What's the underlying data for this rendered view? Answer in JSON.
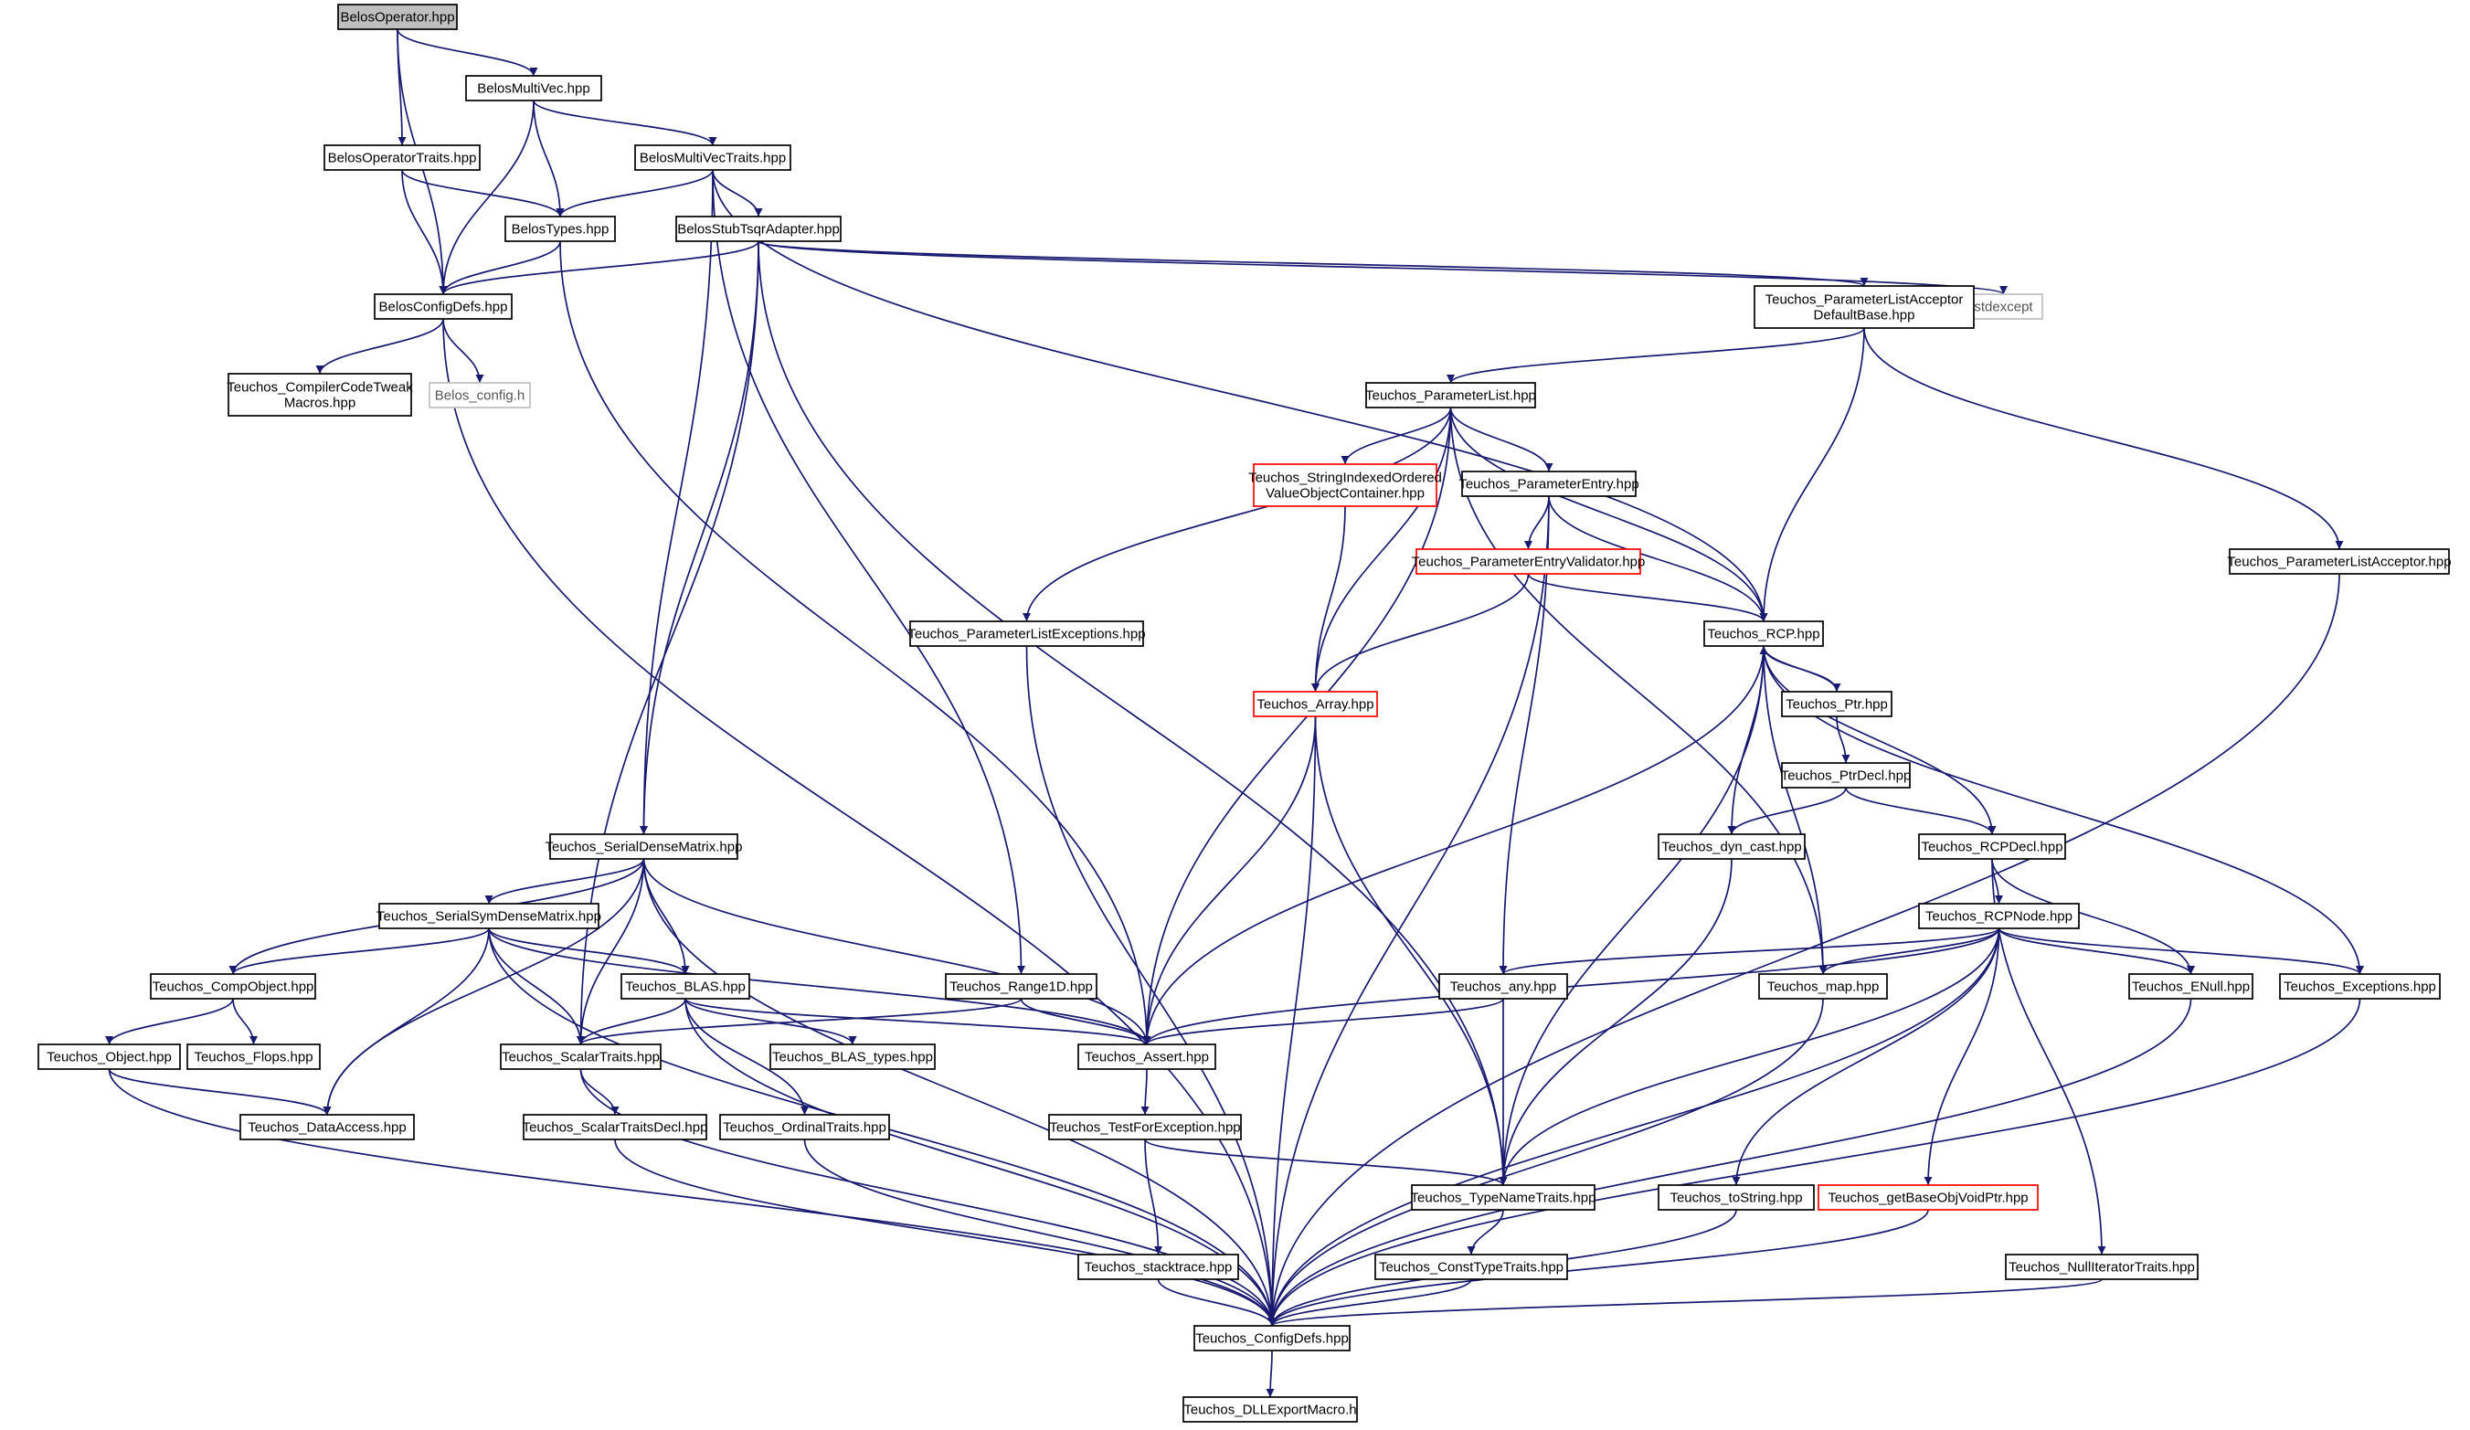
{
  "colors": {
    "edge": "#191970",
    "box_normal": "#000000",
    "box_root_fill": "#bfbfbf",
    "box_external": "#bfbfbf",
    "box_red": "#ff0000",
    "text": "#000000",
    "text_external": "#555555"
  },
  "nodes": [
    {
      "id": "BelosOperator",
      "lines": [
        "BelosOperator.hpp"
      ],
      "style": "root"
    },
    {
      "id": "BelosMultiVec",
      "lines": [
        "BelosMultiVec.hpp"
      ],
      "style": "normal"
    },
    {
      "id": "BelosOperatorTraits",
      "lines": [
        "BelosOperatorTraits.hpp"
      ],
      "style": "normal"
    },
    {
      "id": "BelosMultiVecTraits",
      "lines": [
        "BelosMultiVecTraits.hpp"
      ],
      "style": "normal"
    },
    {
      "id": "BelosTypes",
      "lines": [
        "BelosTypes.hpp"
      ],
      "style": "normal"
    },
    {
      "id": "BelosStubTsqrAdapter",
      "lines": [
        "BelosStubTsqrAdapter.hpp"
      ],
      "style": "normal"
    },
    {
      "id": "BelosConfigDefs",
      "lines": [
        "BelosConfigDefs.hpp"
      ],
      "style": "normal"
    },
    {
      "id": "CompilerCodeTweak",
      "lines": [
        "Teuchos_CompilerCodeTweak",
        "Macros.hpp"
      ],
      "style": "normal"
    },
    {
      "id": "BelosConfigH",
      "lines": [
        "Belos_config.h"
      ],
      "style": "external"
    },
    {
      "id": "stdexcept",
      "lines": [
        "stdexcept"
      ],
      "style": "external"
    },
    {
      "id": "PLADefaultBase",
      "lines": [
        "Teuchos_ParameterListAcceptor",
        "DefaultBase.hpp"
      ],
      "style": "normal"
    },
    {
      "id": "ParameterList",
      "lines": [
        "Teuchos_ParameterList.hpp"
      ],
      "style": "normal"
    },
    {
      "id": "StringIndexed",
      "lines": [
        "Teuchos_StringIndexedOrdered",
        "ValueObjectContainer.hpp"
      ],
      "style": "red"
    },
    {
      "id": "ParameterEntry",
      "lines": [
        "Teuchos_ParameterEntry.hpp"
      ],
      "style": "normal"
    },
    {
      "id": "PEValidator",
      "lines": [
        "Teuchos_ParameterEntryValidator.hpp"
      ],
      "style": "red"
    },
    {
      "id": "PLAcceptor",
      "lines": [
        "Teuchos_ParameterListAcceptor.hpp"
      ],
      "style": "normal"
    },
    {
      "id": "PLExceptions",
      "lines": [
        "Teuchos_ParameterListExceptions.hpp"
      ],
      "style": "normal"
    },
    {
      "id": "RCP",
      "lines": [
        "Teuchos_RCP.hpp"
      ],
      "style": "normal"
    },
    {
      "id": "Array",
      "lines": [
        "Teuchos_Array.hpp"
      ],
      "style": "red"
    },
    {
      "id": "Ptr",
      "lines": [
        "Teuchos_Ptr.hpp"
      ],
      "style": "normal"
    },
    {
      "id": "PtrDecl",
      "lines": [
        "Teuchos_PtrDecl.hpp"
      ],
      "style": "normal"
    },
    {
      "id": "DynCast",
      "lines": [
        "Teuchos_dyn_cast.hpp"
      ],
      "style": "normal"
    },
    {
      "id": "RCPDecl",
      "lines": [
        "Teuchos_RCPDecl.hpp"
      ],
      "style": "normal"
    },
    {
      "id": "SerialDenseMatrix",
      "lines": [
        "Teuchos_SerialDenseMatrix.hpp"
      ],
      "style": "normal"
    },
    {
      "id": "SerialSymDenseMatrix",
      "lines": [
        "Teuchos_SerialSymDenseMatrix.hpp"
      ],
      "style": "normal"
    },
    {
      "id": "RCPNode",
      "lines": [
        "Teuchos_RCPNode.hpp"
      ],
      "style": "normal"
    },
    {
      "id": "CompObject",
      "lines": [
        "Teuchos_CompObject.hpp"
      ],
      "style": "normal"
    },
    {
      "id": "BLAS",
      "lines": [
        "Teuchos_BLAS.hpp"
      ],
      "style": "normal"
    },
    {
      "id": "Range1D",
      "lines": [
        "Teuchos_Range1D.hpp"
      ],
      "style": "normal"
    },
    {
      "id": "Any",
      "lines": [
        "Teuchos_any.hpp"
      ],
      "style": "normal"
    },
    {
      "id": "Map",
      "lines": [
        "Teuchos_map.hpp"
      ],
      "style": "normal"
    },
    {
      "id": "ENull",
      "lines": [
        "Teuchos_ENull.hpp"
      ],
      "style": "normal"
    },
    {
      "id": "Exceptions",
      "lines": [
        "Teuchos_Exceptions.hpp"
      ],
      "style": "normal"
    },
    {
      "id": "Object",
      "lines": [
        "Teuchos_Object.hpp"
      ],
      "style": "normal"
    },
    {
      "id": "Flops",
      "lines": [
        "Teuchos_Flops.hpp"
      ],
      "style": "normal"
    },
    {
      "id": "ScalarTraits",
      "lines": [
        "Teuchos_ScalarTraits.hpp"
      ],
      "style": "normal"
    },
    {
      "id": "BLASTypes",
      "lines": [
        "Teuchos_BLAS_types.hpp"
      ],
      "style": "normal"
    },
    {
      "id": "Assert",
      "lines": [
        "Teuchos_Assert.hpp"
      ],
      "style": "normal"
    },
    {
      "id": "DataAccess",
      "lines": [
        "Teuchos_DataAccess.hpp"
      ],
      "style": "normal"
    },
    {
      "id": "ScalarTraitsDecl",
      "lines": [
        "Teuchos_ScalarTraitsDecl.hpp"
      ],
      "style": "normal"
    },
    {
      "id": "OrdinalTraits",
      "lines": [
        "Teuchos_OrdinalTraits.hpp"
      ],
      "style": "normal"
    },
    {
      "id": "TestForException",
      "lines": [
        "Teuchos_TestForException.hpp"
      ],
      "style": "normal"
    },
    {
      "id": "TypeNameTraits",
      "lines": [
        "Teuchos_TypeNameTraits.hpp"
      ],
      "style": "normal"
    },
    {
      "id": "ToString",
      "lines": [
        "Teuchos_toString.hpp"
      ],
      "style": "normal"
    },
    {
      "id": "GetBaseObj",
      "lines": [
        "Teuchos_getBaseObjVoidPtr.hpp"
      ],
      "style": "red"
    },
    {
      "id": "Stacktrace",
      "lines": [
        "Teuchos_stacktrace.hpp"
      ],
      "style": "normal"
    },
    {
      "id": "ConstTypeTraits",
      "lines": [
        "Teuchos_ConstTypeTraits.hpp"
      ],
      "style": "normal"
    },
    {
      "id": "NullIterator",
      "lines": [
        "Teuchos_NullIteratorTraits.hpp"
      ],
      "style": "normal"
    },
    {
      "id": "ConfigDefs",
      "lines": [
        "Teuchos_ConfigDefs.hpp"
      ],
      "style": "normal"
    },
    {
      "id": "DLLExport",
      "lines": [
        "Teuchos_DLLExportMacro.h"
      ],
      "style": "normal"
    }
  ],
  "edges": [
    [
      "BelosOperator",
      "BelosMultiVec"
    ],
    [
      "BelosOperator",
      "BelosOperatorTraits"
    ],
    [
      "BelosOperator",
      "BelosConfigDefs"
    ],
    [
      "BelosMultiVec",
      "BelosMultiVecTraits"
    ],
    [
      "BelosMultiVec",
      "BelosTypes"
    ],
    [
      "BelosMultiVec",
      "BelosConfigDefs"
    ],
    [
      "BelosOperatorTraits",
      "BelosTypes"
    ],
    [
      "BelosOperatorTraits",
      "BelosConfigDefs"
    ],
    [
      "BelosMultiVecTraits",
      "BelosTypes"
    ],
    [
      "BelosMultiVecTraits",
      "BelosStubTsqrAdapter"
    ],
    [
      "BelosMultiVecTraits",
      "SerialDenseMatrix"
    ],
    [
      "BelosMultiVecTraits",
      "Range1D"
    ],
    [
      "BelosMultiVecTraits",
      "RCP"
    ],
    [
      "BelosTypes",
      "BelosConfigDefs"
    ],
    [
      "BelosTypes",
      "Assert"
    ],
    [
      "BelosStubTsqrAdapter",
      "BelosConfigDefs"
    ],
    [
      "BelosStubTsqrAdapter",
      "SerialDenseMatrix"
    ],
    [
      "BelosStubTsqrAdapter",
      "ScalarTraits"
    ],
    [
      "BelosStubTsqrAdapter",
      "PLADefaultBase"
    ],
    [
      "BelosStubTsqrAdapter",
      "stdexcept"
    ],
    [
      "BelosStubTsqrAdapter",
      "TypeNameTraits"
    ],
    [
      "BelosConfigDefs",
      "CompilerCodeTweak"
    ],
    [
      "BelosConfigDefs",
      "BelosConfigH"
    ],
    [
      "BelosConfigDefs",
      "ConfigDefs"
    ],
    [
      "PLADefaultBase",
      "ParameterList"
    ],
    [
      "PLADefaultBase",
      "RCP"
    ],
    [
      "PLADefaultBase",
      "PLAcceptor"
    ],
    [
      "ParameterList",
      "StringIndexed"
    ],
    [
      "ParameterList",
      "ParameterEntry"
    ],
    [
      "ParameterList",
      "PLExceptions"
    ],
    [
      "ParameterList",
      "Array"
    ],
    [
      "ParameterList",
      "Assert"
    ],
    [
      "ParameterList",
      "RCP"
    ],
    [
      "ParameterList",
      "Map"
    ],
    [
      "StringIndexed",
      "Array"
    ],
    [
      "ParameterEntry",
      "PEValidator"
    ],
    [
      "ParameterEntry",
      "RCP"
    ],
    [
      "ParameterEntry",
      "Any"
    ],
    [
      "ParameterEntry",
      "ConfigDefs"
    ],
    [
      "PEValidator",
      "RCP"
    ],
    [
      "PEValidator",
      "Array"
    ],
    [
      "PLAcceptor",
      "ConfigDefs"
    ],
    [
      "PLExceptions",
      "ConfigDefs"
    ],
    [
      "Array",
      "Assert"
    ],
    [
      "Array",
      "TypeNameTraits"
    ],
    [
      "Array",
      "ConfigDefs"
    ],
    [
      "RCP",
      "Ptr"
    ],
    [
      "RCP",
      "DynCast"
    ],
    [
      "RCP",
      "RCPDecl"
    ],
    [
      "RCP",
      "Map"
    ],
    [
      "RCP",
      "Exceptions"
    ],
    [
      "RCP",
      "Assert"
    ],
    [
      "RCP",
      "TypeNameTraits"
    ],
    [
      "Ptr",
      "RCP"
    ],
    [
      "Ptr",
      "PtrDecl"
    ],
    [
      "PtrDecl",
      "DynCast"
    ],
    [
      "PtrDecl",
      "RCPDecl"
    ],
    [
      "DynCast",
      "TypeNameTraits"
    ],
    [
      "RCPDecl",
      "RCPNode"
    ],
    [
      "RCPDecl",
      "ENull"
    ],
    [
      "RCPDecl",
      "NullIterator"
    ],
    [
      "RCPNode",
      "Any"
    ],
    [
      "RCPNode",
      "Map"
    ],
    [
      "RCPNode",
      "ENull"
    ],
    [
      "RCPNode",
      "Exceptions"
    ],
    [
      "RCPNode",
      "Assert"
    ],
    [
      "RCPNode",
      "TypeNameTraits"
    ],
    [
      "RCPNode",
      "ToString"
    ],
    [
      "RCPNode",
      "GetBaseObj"
    ],
    [
      "RCPNode",
      "ConfigDefs"
    ],
    [
      "SerialDenseMatrix",
      "SerialSymDenseMatrix"
    ],
    [
      "SerialDenseMatrix",
      "CompObject"
    ],
    [
      "SerialDenseMatrix",
      "BLAS"
    ],
    [
      "SerialDenseMatrix",
      "ScalarTraits"
    ],
    [
      "SerialDenseMatrix",
      "DataAccess"
    ],
    [
      "SerialDenseMatrix",
      "Assert"
    ],
    [
      "SerialDenseMatrix",
      "ConfigDefs"
    ],
    [
      "SerialSymDenseMatrix",
      "CompObject"
    ],
    [
      "SerialSymDenseMatrix",
      "BLAS"
    ],
    [
      "SerialSymDenseMatrix",
      "ScalarTraits"
    ],
    [
      "SerialSymDenseMatrix",
      "DataAccess"
    ],
    [
      "SerialSymDenseMatrix",
      "Assert"
    ],
    [
      "SerialSymDenseMatrix",
      "ConfigDefs"
    ],
    [
      "CompObject",
      "Object"
    ],
    [
      "CompObject",
      "Flops"
    ],
    [
      "Object",
      "DataAccess"
    ],
    [
      "Object",
      "ConfigDefs"
    ],
    [
      "BLAS",
      "ScalarTraits"
    ],
    [
      "BLAS",
      "BLASTypes"
    ],
    [
      "BLAS",
      "OrdinalTraits"
    ],
    [
      "BLAS",
      "Assert"
    ],
    [
      "BLAS",
      "ConfigDefs"
    ],
    [
      "Range1D",
      "ScalarTraits"
    ],
    [
      "Range1D",
      "Assert"
    ],
    [
      "ScalarTraits",
      "ScalarTraitsDecl"
    ],
    [
      "ScalarTraits",
      "ConfigDefs"
    ],
    [
      "ScalarTraitsDecl",
      "ConfigDefs"
    ],
    [
      "OrdinalTraits",
      "ConfigDefs"
    ],
    [
      "Any",
      "Assert"
    ],
    [
      "Any",
      "TypeNameTraits"
    ],
    [
      "Map",
      "ConfigDefs"
    ],
    [
      "ENull",
      "ConfigDefs"
    ],
    [
      "Exceptions",
      "ConfigDefs"
    ],
    [
      "Assert",
      "TestForException"
    ],
    [
      "TestForException",
      "Stacktrace"
    ],
    [
      "TestForException",
      "TypeNameTraits"
    ],
    [
      "Stacktrace",
      "ConfigDefs"
    ],
    [
      "TypeNameTraits",
      "ConstTypeTraits"
    ],
    [
      "ConstTypeTraits",
      "ConfigDefs"
    ],
    [
      "ToString",
      "ConfigDefs"
    ],
    [
      "GetBaseObj",
      "ConfigDefs"
    ],
    [
      "NullIterator",
      "ConfigDefs"
    ],
    [
      "ConfigDefs",
      "DLLExport"
    ]
  ]
}
